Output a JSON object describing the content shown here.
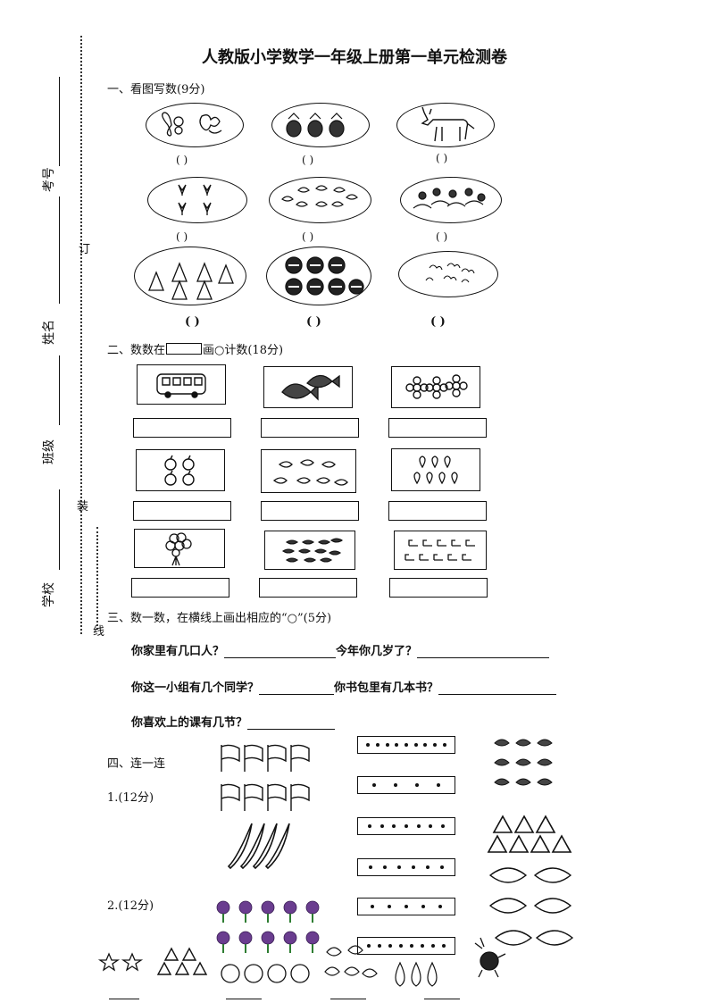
{
  "title": "人教版小学数学一年级上册第一单元检测卷",
  "side": {
    "kaohao": "考号",
    "xingming": "姓名",
    "banji": "班级",
    "xuexiao": "学校",
    "ding": "订",
    "zhuang": "装",
    "xian": "线"
  },
  "sections": {
    "s1": "一、看图写数(9分)",
    "s2_pre": "二、数数在",
    "s2_post": "画○计数(18分)",
    "s3": "三、数一数，在横线上画出相应的“○”(5分)",
    "s4": "四、连一连",
    "s4_1": "1.(12分)",
    "s4_2": "2.(12分)"
  },
  "paren": "(    )",
  "paren_bold": "(  )",
  "questions": {
    "q1": "你家里有几口人？",
    "q2": "今年你几岁了？",
    "q3": "你这一小组有几个同学？",
    "q4": "你书包里有几本书？",
    "q5": "你喜欢上的课有几节？"
  },
  "dot_rows": [
    9,
    4,
    7,
    6,
    5,
    8
  ],
  "icons": {
    "ellipse_1": "butterfly-icon",
    "ellipse_2": "pineapple-icon",
    "ellipse_3": "donkey-icon",
    "ellipse_4": "flower-sprout-icon",
    "ellipse_5": "bird-icon",
    "ellipse_6": "kids-icon",
    "ellipse_7": "bell-icon",
    "ellipse_8": "ball-icon",
    "ellipse_9": "cloud-icon"
  }
}
